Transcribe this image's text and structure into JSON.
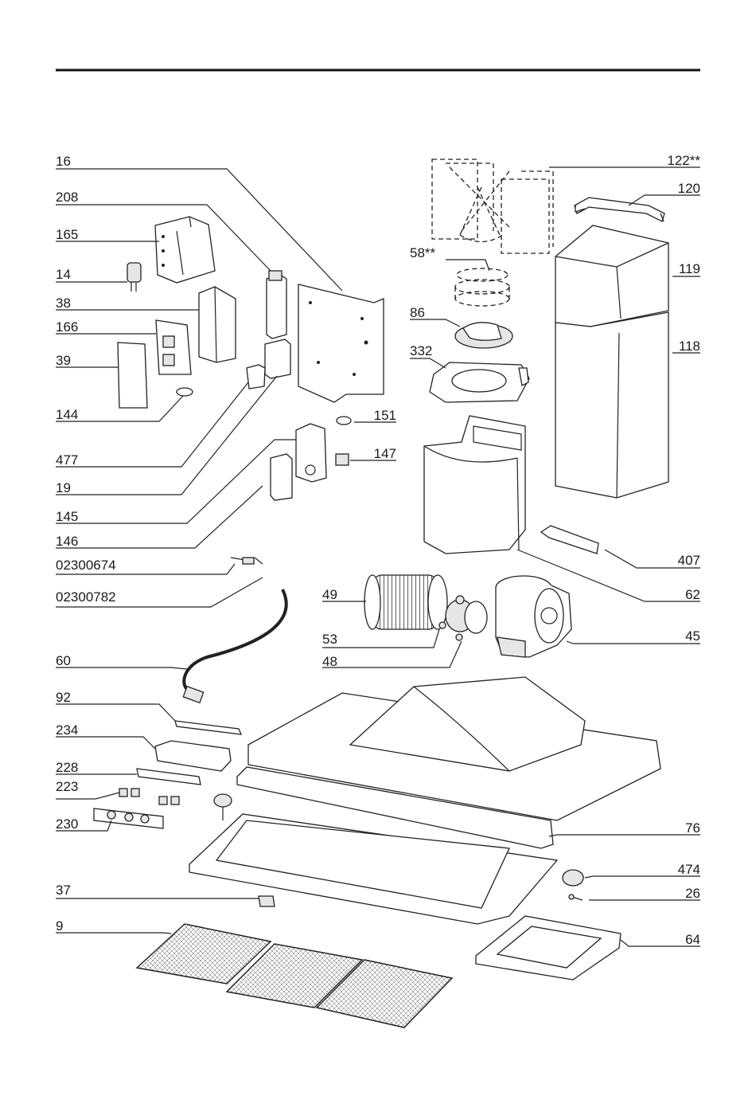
{
  "callouts": {
    "p16": "16",
    "p208": "208",
    "p165": "165",
    "p14": "14",
    "p38": "38",
    "p166": "166",
    "p39": "39",
    "p144": "144",
    "p477": "477",
    "p19": "19",
    "p145": "145",
    "p146": "146",
    "p02300674": "02300674",
    "p02300782": "02300782",
    "p60": "60",
    "p92": "92",
    "p234": "234",
    "p228": "228",
    "p223": "223",
    "p230": "230",
    "p37": "37",
    "p9": "9",
    "p122": "122**",
    "p120": "120",
    "p58": "58**",
    "p119": "119",
    "p86": "86",
    "p118": "118",
    "p332": "332",
    "p151": "151",
    "p147": "147",
    "p407": "407",
    "p62": "62",
    "p49": "49",
    "p53": "53",
    "p48": "48",
    "p45": "45",
    "p76": "76",
    "p474": "474",
    "p26": "26",
    "p64": "64"
  }
}
